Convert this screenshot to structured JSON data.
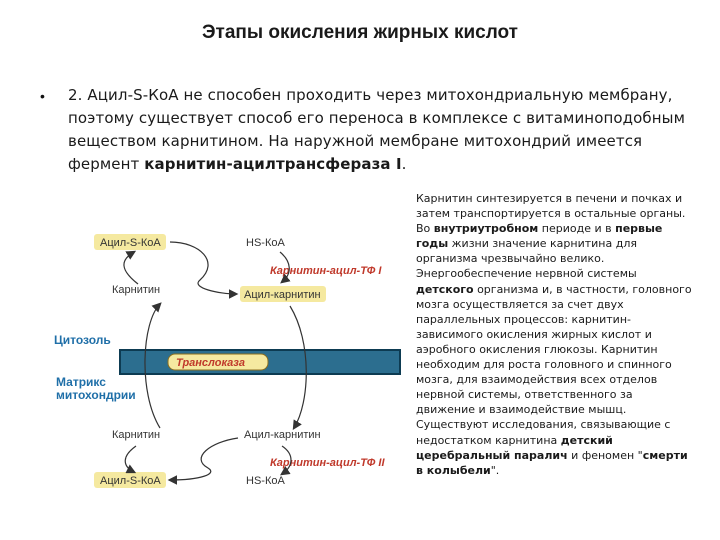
{
  "title": "Этапы окисления жирных кислот",
  "bullet": "•",
  "para": {
    "part1": "2. Ацил-S-КоА не способен проходить через митохондриальную мембрану, поэтому существует способ его переноса в комплексе с витаминоподобным веществом карнитином. На наружной мембране митохондрий имеется фермент ",
    "bold": "карнитин-ацилтрансфераза I",
    "part2": "."
  },
  "side": {
    "t1": "Карнитин синтезируется в печени и почках и затем транспортируется в остальные органы. Во ",
    "b1": "внутриутробном",
    "t2": " периоде и в ",
    "b2": "первые годы",
    "t3": " жизни значение карнитина для организма чрезвычайно велико. Энергообеспечение нервной системы ",
    "b3": "детского",
    "t4": " организма и, в частности, головного мозга осуществляется за счет двух параллельных процессов: карнитин-зависимого окисления жирных кислот и аэробного окисления глюкозы. Карнитин необходим для роста головного и спинного мозга, для взаимодействия всех отделов нервной системы, ответственного за движение и взаимодействие мышц. Существуют исследования, связывающие с недостатком карнитина ",
    "b4": "детский церебральный паралич",
    "t5": " и феномен \"",
    "b5": "смерти в колыбели",
    "t6": "\"."
  },
  "diagram": {
    "acyl_scoa_top": "Ацил-S-КоА",
    "hs_koa_top": "HS-КоА",
    "enzyme1": "Карнитин-ацил-ТФ I",
    "carnitine_top": "Карнитин",
    "acylcarnitine_top": "Ацил-карнитин",
    "cytosol": "Цитозоль",
    "translocase": "Транслоказа",
    "matrix1": "Матрикс",
    "matrix2": "митохондрии",
    "carnitine_bot": "Карнитин",
    "acylcarnitine_bot": "Ацил-карнитин",
    "enzyme2": "Карнитин-ацил-ТФ II",
    "acyl_scoa_bot": "Ацил-S-КоА",
    "hs_koa_bot": "HS-КоА",
    "colors": {
      "membrane": "#2c6e8f",
      "membrane_edge": "#0d3b52",
      "highlight": "#f5e9a0",
      "enzyme": "#c0392b",
      "label": "#1f6fa8"
    }
  }
}
